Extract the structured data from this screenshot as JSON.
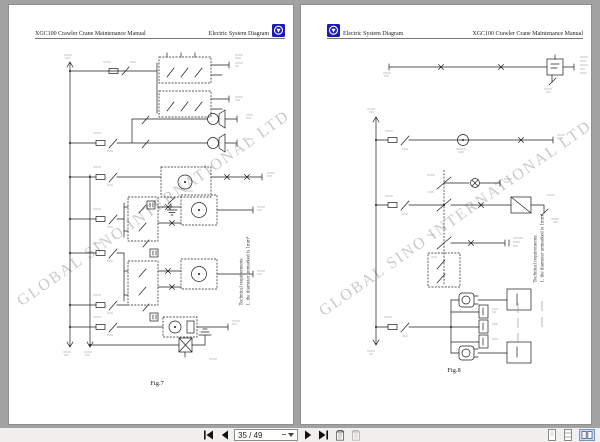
{
  "colors": {
    "canvas_gray": "#a2a2a2",
    "toolbar_bg": "#f1f0ee",
    "logo_blue": "#1b1bb4",
    "selected_view_bg": "#cdd9ee",
    "selected_view_border": "#7a96c9"
  },
  "toolbar": {
    "page_value": "35 / 49",
    "icons": {
      "first_page": "⏮",
      "previous_page": "◀",
      "next_page": "▶",
      "last_page": "⏭",
      "previous_view": "↩",
      "next_view": "↪",
      "page_dropdown": "▾",
      "single_page_view": "▭",
      "continuous_view": "☰",
      "two_page_view": "❐"
    }
  },
  "pages": {
    "left": {
      "header_left": "XGC100 Crawler Crane Maintenance Manual",
      "header_right": "Electric System Diagram",
      "figure_label": "Fig.7",
      "tech_note_line1": "Technical requirements:",
      "tech_note_line2": "1. the diameter unmarked is 1mm²",
      "watermark": "GLOBAL SINO INTERNATIONAL LTD"
    },
    "right": {
      "header_left": "Electric System Diagram",
      "header_right": "XGC100 Crawler Crane Maintenance Manual",
      "figure_label": "Fig.8",
      "tech_note_line1": "Technical requirements:",
      "tech_note_line2": "1. the diameter unmarked is 1mm²",
      "watermark": "GLOBAL SINO INTERNATIONAL LTD"
    }
  }
}
